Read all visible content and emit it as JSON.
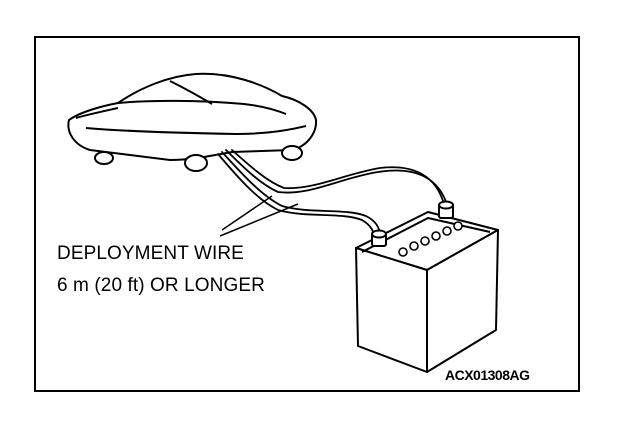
{
  "label": {
    "line1": "DEPLOYMENT WIRE",
    "line2": "6 m (20 ft) OR LONGER"
  },
  "figure_code": "ACX01308AG",
  "colors": {
    "ink": "#000000",
    "paper": "#ffffff"
  }
}
